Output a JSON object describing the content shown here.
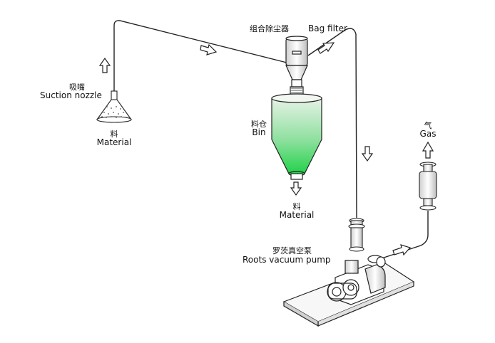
{
  "labels": {
    "bag_filter_zh": "组合除尘器",
    "bag_filter_en": "Bag filter",
    "suction_zh": "吸嘴",
    "suction_en": "Suction nozzle",
    "material_src_zh": "料",
    "material_src_en": "Material",
    "bin_zh": "料仓",
    "bin_en": "Bin",
    "material_out_zh": "料",
    "material_out_en": "Material",
    "gas_zh": "气",
    "gas_en": "Gas",
    "pump_zh": "罗茨真空泵",
    "pump_en": "Roots vacuum pump"
  },
  "colors": {
    "line": "#222222",
    "bin_top": "#e6f2e6",
    "bin_bottom": "#22d24a",
    "base": "#f4f4f4"
  },
  "icons": [
    "arrow-up-icon",
    "arrow-right-icon",
    "arrow-down-icon",
    "suction-nozzle-icon",
    "bag-filter-icon",
    "bin-icon",
    "roots-pump-icon",
    "silencer-icon"
  ]
}
